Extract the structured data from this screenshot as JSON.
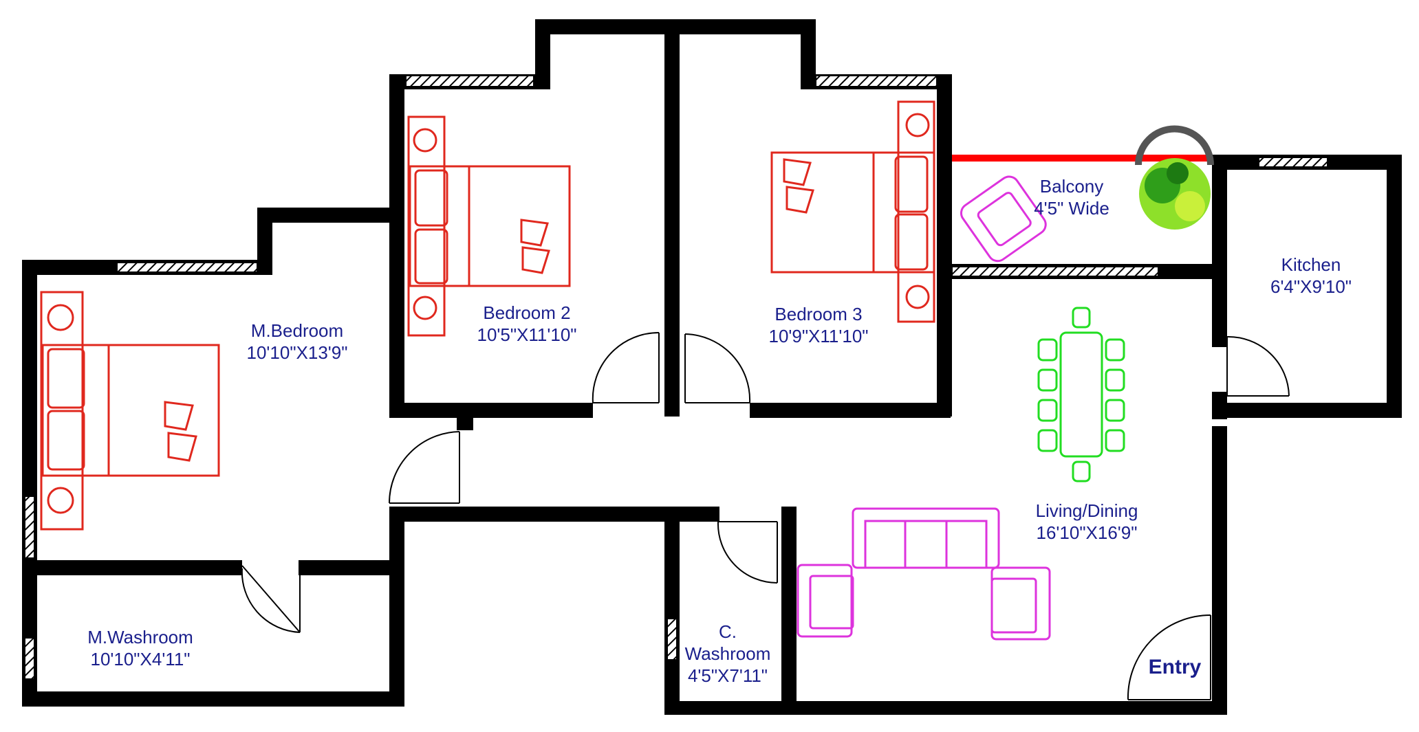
{
  "colors": {
    "walls": "#000000",
    "labels": "#1a1f8c",
    "beds": "#e0281e",
    "sofa": "#dd33dd",
    "dining": "#22dd22",
    "balcony_rail": "#ff0000",
    "plant": "#5fcf2a"
  },
  "rooms": {
    "master_bedroom": {
      "name": "M.Bedroom",
      "size": "10'10\"X13'9\""
    },
    "bedroom2": {
      "name": "Bedroom 2",
      "size": "10'5\"X11'10\""
    },
    "bedroom3": {
      "name": "Bedroom 3",
      "size": "10'9\"X11'10\""
    },
    "balcony": {
      "name": "Balcony",
      "size": "4'5\" Wide"
    },
    "kitchen": {
      "name": "Kitchen",
      "size": "6'4\"X9'10\""
    },
    "living_dining": {
      "name": "Living/Dining",
      "size": "16'10\"X16'9\""
    },
    "master_washroom": {
      "name": "M.Washroom",
      "size": "10'10\"X4'11\""
    },
    "common_washroom": {
      "name_line1": "C.",
      "name_line2": "Washroom",
      "size": "4'5\"X7'11\""
    }
  },
  "entry": {
    "label": "Entry"
  },
  "icons": [
    "bed-icon",
    "sofa-set-icon",
    "dining-table-icon",
    "armchair-icon",
    "plant-icon",
    "door-swing-icon",
    "window-icon"
  ]
}
